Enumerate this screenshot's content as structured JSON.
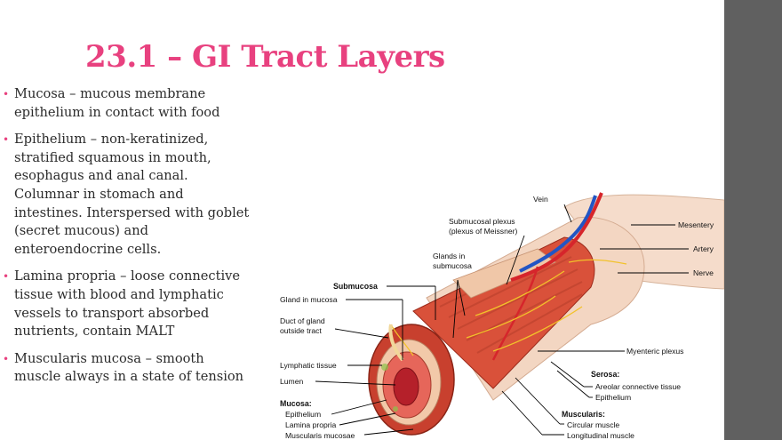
{
  "slide": {
    "title": "23.1 – GI Tract Layers",
    "bullets": [
      "Mucosa – mucous membrane\nepithelium in contact with food",
      "Epithelium – non-keratinized,\nstratified squamous in mouth,\nesophagus and anal canal.\nColumnar in stomach and\nintestines. Interspersed with goblet\n(secret mucous) and\nenteroendocrine cells.",
      "Lamina propria – loose connective\ntissue with blood and lymphatic\nvessels to transport absorbed\nnutrients, contain MALT",
      "Muscularis mucosa – smooth\nmuscle always in a state of tension"
    ]
  },
  "figure": {
    "labels": {
      "vein": "Vein",
      "submucosal_plexus_1": "Submucosal plexus",
      "submucosal_plexus_2": "(plexus of Meissner)",
      "glands_sub_1": "Glands in",
      "glands_sub_2": "submucosa",
      "mesentery": "Mesentery",
      "artery": "Artery",
      "nerve": "Nerve",
      "submucosa": "Submucosa",
      "gland_mucosa": "Gland in mucosa",
      "duct_1": "Duct of gland",
      "duct_2": "outside tract",
      "lymphatic": "Lymphatic tissue",
      "lumen": "Lumen",
      "mucosa": "Mucosa:",
      "epithelium": "Epithelium",
      "lamina": "Lamina propria",
      "musc_mucosae": "Muscularis mucosae",
      "myenteric": "Myenteric plexus",
      "serosa": "Serosa:",
      "areolar": "Areolar connective tissue",
      "serosa_epi": "Epithelium",
      "muscularis": "Muscularis:",
      "circular": "Circular muscle",
      "longitudinal": "Longitudinal muscle"
    }
  }
}
